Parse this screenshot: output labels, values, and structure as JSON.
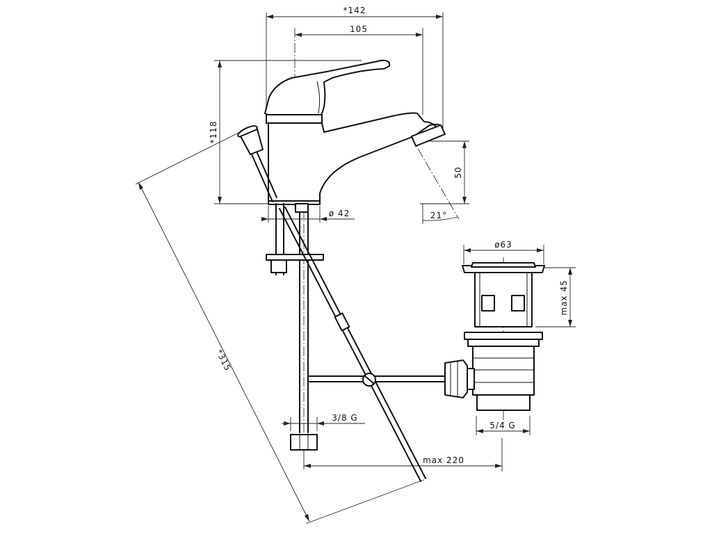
{
  "dimensions": {
    "overall_width": "*142",
    "spout_reach": "105",
    "overall_height": "*118",
    "spout_height": "50",
    "base_diameter": "ø 42",
    "spout_angle": "21°",
    "waste_diameter": "ø63",
    "waste_height": "max 45",
    "supply_thread": "3/8 G",
    "waste_thread": "5/4 G",
    "max_distance": "max 220",
    "rod_length": "*315"
  }
}
